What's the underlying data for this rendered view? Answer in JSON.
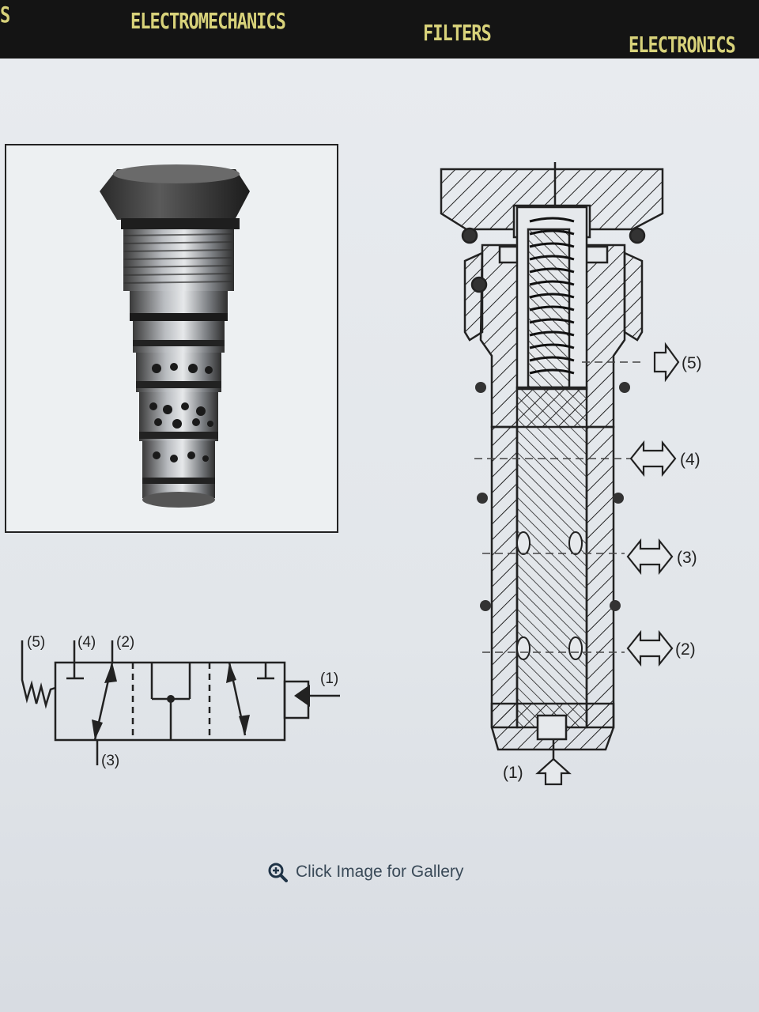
{
  "nav": {
    "items": [
      {
        "label": "S"
      },
      {
        "label": "ELECTROMECHANICS"
      },
      {
        "label": "FILTERS"
      },
      {
        "label": "ELECTRONICS"
      }
    ]
  },
  "schematic": {
    "port_5": "(5)",
    "port_4": "(4)",
    "port_2": "(2)",
    "port_3": "(3)",
    "port_1": "(1)"
  },
  "section": {
    "port_5": "(5)",
    "port_4": "(4)",
    "port_3": "(3)",
    "port_2": "(2)",
    "port_1": "(1)"
  },
  "gallery": {
    "label": "Click Image for Gallery",
    "icon": "zoom-in-icon"
  },
  "colors": {
    "nav_bg": "#141414",
    "nav_text": "#d8d27a",
    "link_text": "#3a4a58"
  }
}
